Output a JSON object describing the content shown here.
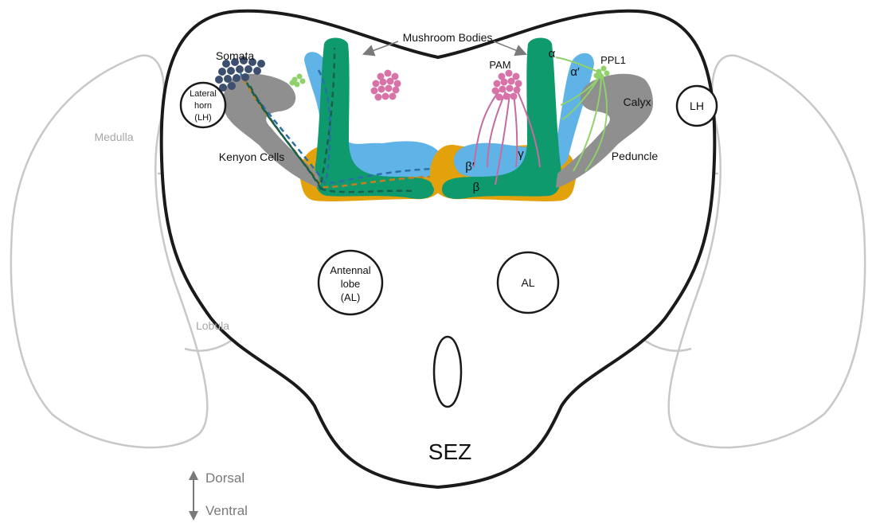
{
  "labels": {
    "mushroom_bodies": "Mushroom Bodies",
    "somata": "Somata",
    "lateral_horn_l1": "Lateral",
    "lateral_horn_l2": "horn",
    "lateral_horn_l3": "(LH)",
    "kenyon_cells": "Kenyon Cells",
    "pam": "PAM",
    "ppl1": "PPL1",
    "calyx": "Calyx",
    "peduncle": "Peduncle",
    "lh": "LH",
    "alpha": "α",
    "alpha_prime": "α′",
    "beta": "β",
    "beta_prime": "β′",
    "gamma": "γ",
    "antennal_lobe_l1": "Antennal",
    "antennal_lobe_l2": "lobe",
    "antennal_lobe_l3": "(AL)",
    "al": "AL",
    "sez": "SEZ",
    "medulla": "Medulla",
    "lobula": "Lobula",
    "dorsal": "Dorsal",
    "ventral": "Ventral"
  },
  "colors": {
    "outline": "#1a1a1a",
    "optic_outline": "#c8c8c8",
    "kenyon_green": "#0f9a6e",
    "alpha_prime_blue": "#5fb3e6",
    "gamma_orange": "#e3a10c",
    "calyx_grey": "#8f8f8f",
    "somata_navy": "#3d4f6e",
    "pam_pink": "#d873a8",
    "pam_lines": "#c66ba0",
    "ppl1_green": "#8fd16a",
    "arrow_grey": "#7a7a7a"
  }
}
